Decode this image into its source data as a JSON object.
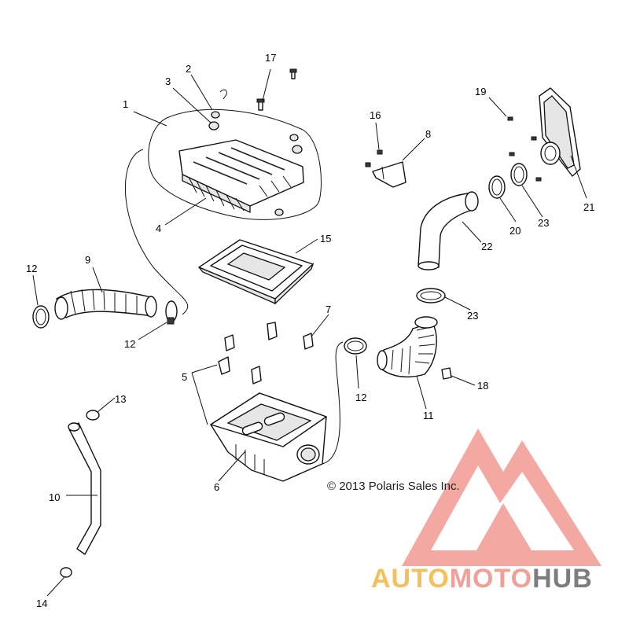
{
  "callouts": {
    "c1": "1",
    "c2": "2",
    "c3": "3",
    "c4": "4",
    "c5": "5",
    "c6": "6",
    "c7": "7",
    "c8": "8",
    "c9": "9",
    "c10": "10",
    "c11": "11",
    "c12a": "12",
    "c12b": "12",
    "c12c": "12",
    "c13": "13",
    "c14": "14",
    "c15": "15",
    "c16": "16",
    "c17": "17",
    "c18": "18",
    "c19": "19",
    "c20": "20",
    "c21": "21",
    "c22": "22",
    "c23a": "23",
    "c23b": "23"
  },
  "copyright": "© 2013 Polaris Sales Inc.",
  "watermark": {
    "part1": "AUTO",
    "part2": "MOTO",
    "part3": "HUB",
    "colors": {
      "auto": "#f2b640",
      "moto": "#ef8f86",
      "hub": "#7d7d7d",
      "triangle": "#ec6f66"
    }
  }
}
